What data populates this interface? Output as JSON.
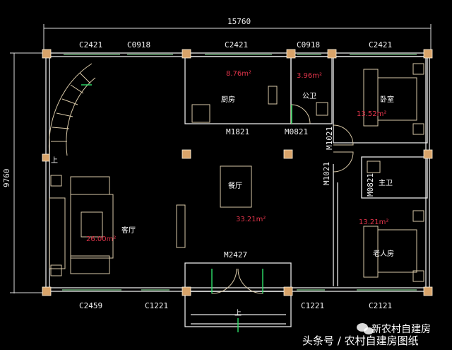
{
  "dimensions": {
    "width": "15760",
    "height": "9760"
  },
  "openings": {
    "top": [
      "C2421",
      "C0918",
      "C2421",
      "C0918",
      "C2421"
    ],
    "m1821": "M1821",
    "m0821": "M0821",
    "m1021_a": "M1021",
    "m1021_b": "M1021",
    "m0821_b": "M0821",
    "m2427": "M2427",
    "bottom": [
      "C2459",
      "C1221",
      "C1221",
      "C2121"
    ]
  },
  "rooms": {
    "kitchen": "厨房",
    "public_wc": "公卫",
    "bedroom": "卧室",
    "dining": "餐厅",
    "living": "客厅",
    "master_wc": "主卫",
    "elder_room": "老人房"
  },
  "areas": {
    "kitchen": "8.76m²",
    "public_wc": "3.96m²",
    "bedroom": "13.52m²",
    "dining": "33.21m²",
    "living": "26.00m²",
    "elder_room": "13.21m²"
  },
  "stairs": {
    "up_label": "上",
    "entry_up_label": "上"
  },
  "watermark": {
    "account": "新农村自建房",
    "source": "头条号 / 农村自建房图纸"
  },
  "colors": {
    "background": "#000000",
    "walls": "#e8e8e8",
    "windows": "#7ec98a",
    "area_text": "#e0344a",
    "columns": "#d9a46a"
  }
}
